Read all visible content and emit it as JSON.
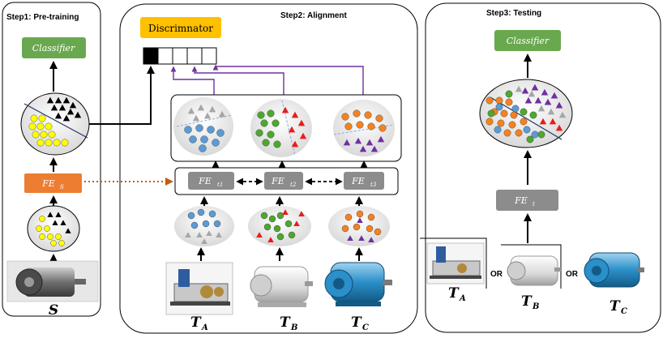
{
  "step1": {
    "title": "Step1: Pre-training",
    "classifier": "Classifier",
    "fe": "FE",
    "fe_sub": "S",
    "source": "S"
  },
  "step2": {
    "title": "Step2: Alignment",
    "discriminator": "Discrimnator",
    "fe_main": "FE",
    "fe_subs": [
      "t1",
      "t2",
      "t3"
    ],
    "targets": [
      {
        "main": "T",
        "sub": "A"
      },
      {
        "main": "T",
        "sub": "B"
      },
      {
        "main": "T",
        "sub": "C"
      }
    ]
  },
  "step3": {
    "title": "Step3: Testing",
    "classifier": "Classifier",
    "fe": "FE",
    "fe_sub": "t",
    "or_label": "OR",
    "targets": [
      {
        "main": "T",
        "sub": "A"
      },
      {
        "main": "T",
        "sub": "B"
      },
      {
        "main": "T",
        "sub": "C"
      }
    ]
  },
  "colors": {
    "classifier": "#6aa84f",
    "fe_source": "#ed7d31",
    "fe_target": "#8c8c8c",
    "discriminator": "#ffc000",
    "purple": "#7030a0",
    "yellow": "#ffff00",
    "blue": "#5b9bd5",
    "green": "#4ea72e",
    "red": "#e81c1c",
    "orange": "#f58220",
    "gray_cluster": "#a6a6a6"
  }
}
